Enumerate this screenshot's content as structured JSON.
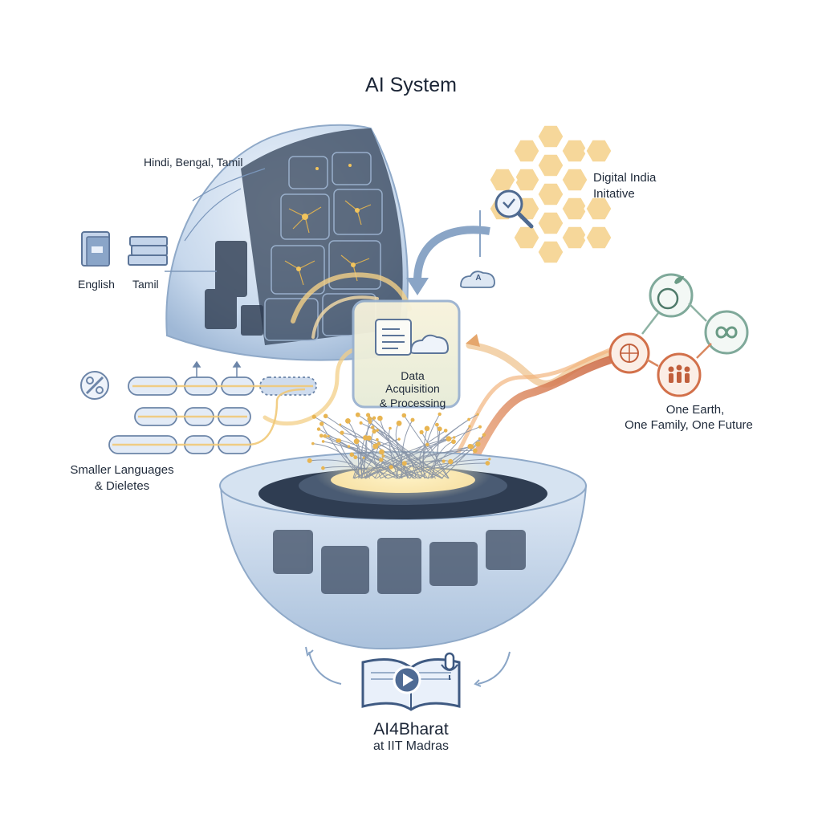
{
  "title": "AI System",
  "languages": {
    "top": "Hindi, Bengal, Tamil",
    "english": "English",
    "tamil": "Tamil",
    "smaller_line1": "Smaller Languages",
    "smaller_line2": "& Dieletes"
  },
  "digital_india": {
    "line1": "Digital India",
    "line2": "Initative"
  },
  "data_acquisition": {
    "line1": "Data",
    "line2": "Acquisition",
    "line3": "& Processing"
  },
  "one_earth": {
    "line1": "One Earth,",
    "line2": "One Family, One Future"
  },
  "ai4bharat": {
    "line1": "AI4Bharat",
    "line2": "at IIT Madras"
  },
  "cloud_badge": "A",
  "colors": {
    "sphere": "#c9d9ec",
    "sphere_edge": "#8fa9c8",
    "honeycomb": "#f6d79a",
    "accent_orange": "#d2704a",
    "accent_green": "#7fa99a",
    "neural_gold": "#e8b552",
    "slate": "#3f5068"
  },
  "icons": [
    "book-icon",
    "books-stack-icon",
    "magnifier-icon",
    "cloud-icon",
    "document-icon",
    "globe-leaf-icon",
    "infinity-icon",
    "globe-network-icon",
    "people-group-icon",
    "link-icon",
    "open-book-icon",
    "play-icon",
    "microphone-icon"
  ]
}
